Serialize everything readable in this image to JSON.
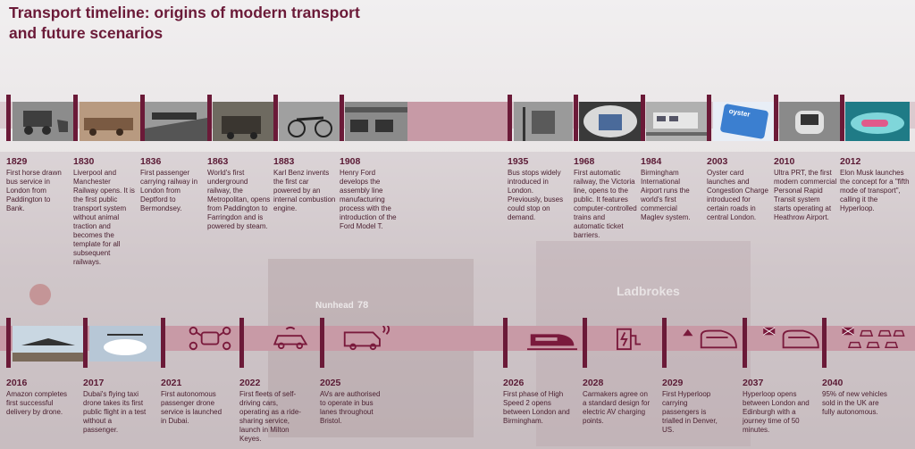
{
  "title": "Transport timeline: origins of modern transport and future scenarios",
  "colors": {
    "accent": "#6b1a38",
    "band": "#c89aa6",
    "text": "#4b2030"
  },
  "events_top": [
    {
      "year": "1829",
      "text": "First horse drawn bus service in London from Paddington to Bank.",
      "image": "horse-bus-photo"
    },
    {
      "year": "1830",
      "text": "Liverpool and Manchester Railway opens. It is the first public transport system without animal traction and becomes the template for all subsequent railways.",
      "image": "railway-photo"
    },
    {
      "year": "1836",
      "text": "First passenger carrying railway in London from Deptford to Bermondsey.",
      "image": "passenger-railway-photo"
    },
    {
      "year": "1863",
      "text": "World's first underground railway, the Metropolitan, opens from Paddington to Farringdon and is powered by steam.",
      "image": "underground-photo"
    },
    {
      "year": "1883",
      "text": "Karl Benz invents the first car powered by an internal combustion engine.",
      "image": "benz-car-photo"
    },
    {
      "year": "1908",
      "text": "Henry Ford develops the assembly line manufacturing process with the introduction of the Ford Model T.",
      "image": "assembly-line-photo"
    },
    {
      "year": "1935",
      "text": "Bus stops widely introduced in London. Previously, buses could stop on demand.",
      "image": "bus-stop-photo"
    },
    {
      "year": "1968",
      "text": "First automatic railway, the Victoria line, opens to the public. It features computer-controlled trains and automatic ticket barriers.",
      "image": "victoria-line-photo"
    },
    {
      "year": "1984",
      "text": "Birmingham International Airport runs the world's first commercial Maglev system.",
      "image": "maglev-photo"
    },
    {
      "year": "2003",
      "text": "Oyster card launches and Congestion Charge introduced for certain roads in central London.",
      "image": "oyster-card-photo"
    },
    {
      "year": "2010",
      "text": "Ultra PRT, the first modern commercial Personal Rapid Transit system starts operating at Heathrow Airport.",
      "image": "prt-pod-photo"
    },
    {
      "year": "2012",
      "text": "Elon Musk launches the concept for a \"fifth mode of transport\", calling it the Hyperloop.",
      "image": "hyperloop-render"
    }
  ],
  "oyster_label": "oyster",
  "events_bottom": [
    {
      "year": "2016",
      "text": "Amazon completes first successful delivery by drone.",
      "icon": "drone-photo"
    },
    {
      "year": "2017",
      "text": "Dubai's flying taxi drone takes its first public flight in a test without a passenger.",
      "icon": "flying-taxi-photo"
    },
    {
      "year": "2021",
      "text": "First autonomous passenger drone service is launched in Dubai.",
      "icon": "passenger-drone-icon"
    },
    {
      "year": "2022",
      "text": "First fleets of self-driving cars, operating as a ride-sharing service, launch in Milton Keyes.",
      "icon": "self-driving-car-icon"
    },
    {
      "year": "2025",
      "text": "AVs are authorised to operate in bus lanes throughout Bristol.",
      "icon": "autonomous-van-icon"
    },
    {
      "year": "2026",
      "text": "First phase of High Speed 2 opens between London and Birmingham.",
      "icon": "high-speed-train-icon"
    },
    {
      "year": "2028",
      "text": "Carmakers agree on a standard design for electric AV charging points.",
      "icon": "charging-point-icon"
    },
    {
      "year": "2029",
      "text": "First Hyperloop carrying passengers is trialled in Denver, US.",
      "icon": "hyperloop-mountain-icon"
    },
    {
      "year": "2037",
      "text": "Hyperloop opens between London and Edinburgh with a journey time of 50 minutes.",
      "icon": "hyperloop-uk-icon"
    },
    {
      "year": "2040",
      "text": "95% of new vehicles sold in the UK are fully autonomous.",
      "icon": "autonomous-fleet-icon"
    }
  ],
  "background": {
    "bus_sign": "Ladbrokes",
    "bus_dest": "Nunhead",
    "bus_number": "78"
  }
}
